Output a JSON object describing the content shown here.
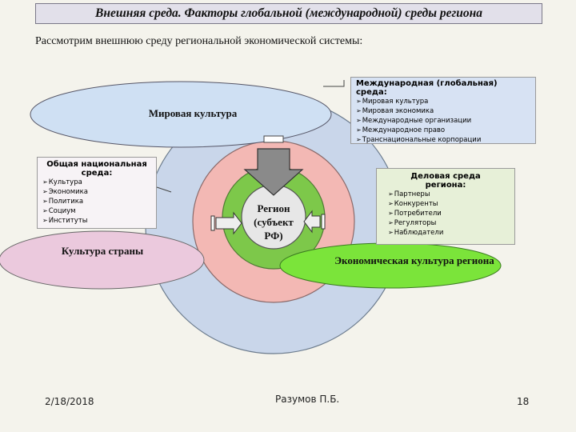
{
  "title": "Внешняя среда. Факторы глобальной (международной) среды региона",
  "intro": "Рассмотрим  внешнюю среду региональной экономической системы:",
  "labels": {
    "world_culture": "Мировая культура",
    "country_culture": "Культура страны",
    "economic_culture": "Экономическая культура региона",
    "center": [
      "Регион",
      "(субъект",
      "РФ)"
    ]
  },
  "international": {
    "heading": "Международная (глобальная) среда:",
    "items": [
      "Мировая культура",
      "Мировая экономика",
      "Международные организации",
      "Международное право",
      "Транснациональные корпорации"
    ]
  },
  "national": {
    "heading": [
      "Общая национальная",
      "среда:"
    ],
    "items": [
      "Культура",
      "Экономика",
      "Политика",
      "Социум",
      "Институты"
    ]
  },
  "business": {
    "heading": [
      "Деловая среда",
      "региона:"
    ],
    "items": [
      "Партнеры",
      "Конкуренты",
      "Потребители",
      "Регуляторы",
      "Наблюдатели"
    ]
  },
  "footer": {
    "date": "2/18/2018",
    "author": "Разумов П.Б.",
    "page": "18"
  },
  "colors": {
    "outer_ring": "#c9d6ea",
    "pink_ring": "#f3b8b4",
    "green_ring": "#7dc84a",
    "center": "#e7e7e7",
    "world_ellipse": "#cfe0f3",
    "country_ellipse": "#ebc9dd",
    "economic_ellipse": "#7be43a"
  }
}
